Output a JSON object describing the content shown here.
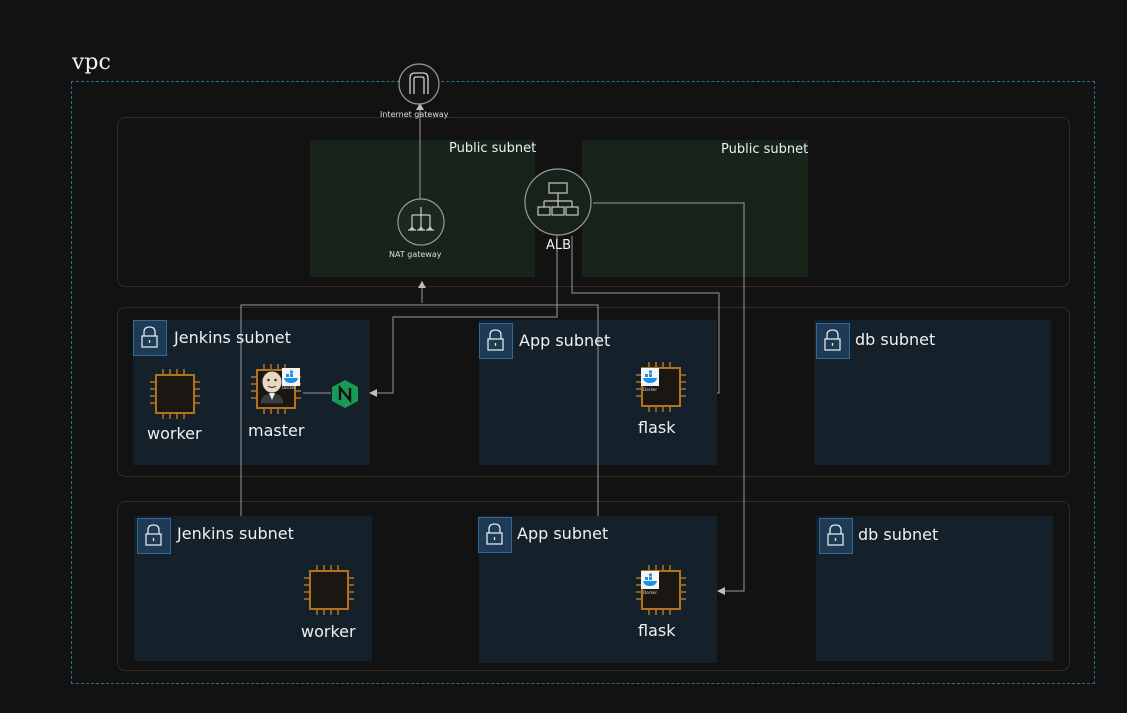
{
  "vpc": {
    "label": "vpc"
  },
  "internet_gateway": {
    "label": "Internet gateway"
  },
  "nat_gateway": {
    "label": "NAT gateway"
  },
  "alb": {
    "label": "ALB"
  },
  "public_subnets": [
    {
      "label": "Public subnet"
    },
    {
      "label": "Public subnet"
    }
  ],
  "row1": {
    "jenkins": {
      "label": "Jenkins subnet",
      "worker": "worker",
      "master": "master"
    },
    "app": {
      "label": "App subnet",
      "node": "flask"
    },
    "db": {
      "label": "db subnet"
    }
  },
  "row2": {
    "jenkins": {
      "label": "Jenkins subnet",
      "worker": "worker"
    },
    "app": {
      "label": "App subnet",
      "node": "flask"
    },
    "db": {
      "label": "db subnet"
    }
  },
  "docker_badge": "Docker",
  "colors": {
    "vpc_border": "#2a6f8f",
    "chip": "#b5721e",
    "lock": "#2f6a9a",
    "docker": "#1d91e6",
    "nginx": "#1a9a57"
  }
}
